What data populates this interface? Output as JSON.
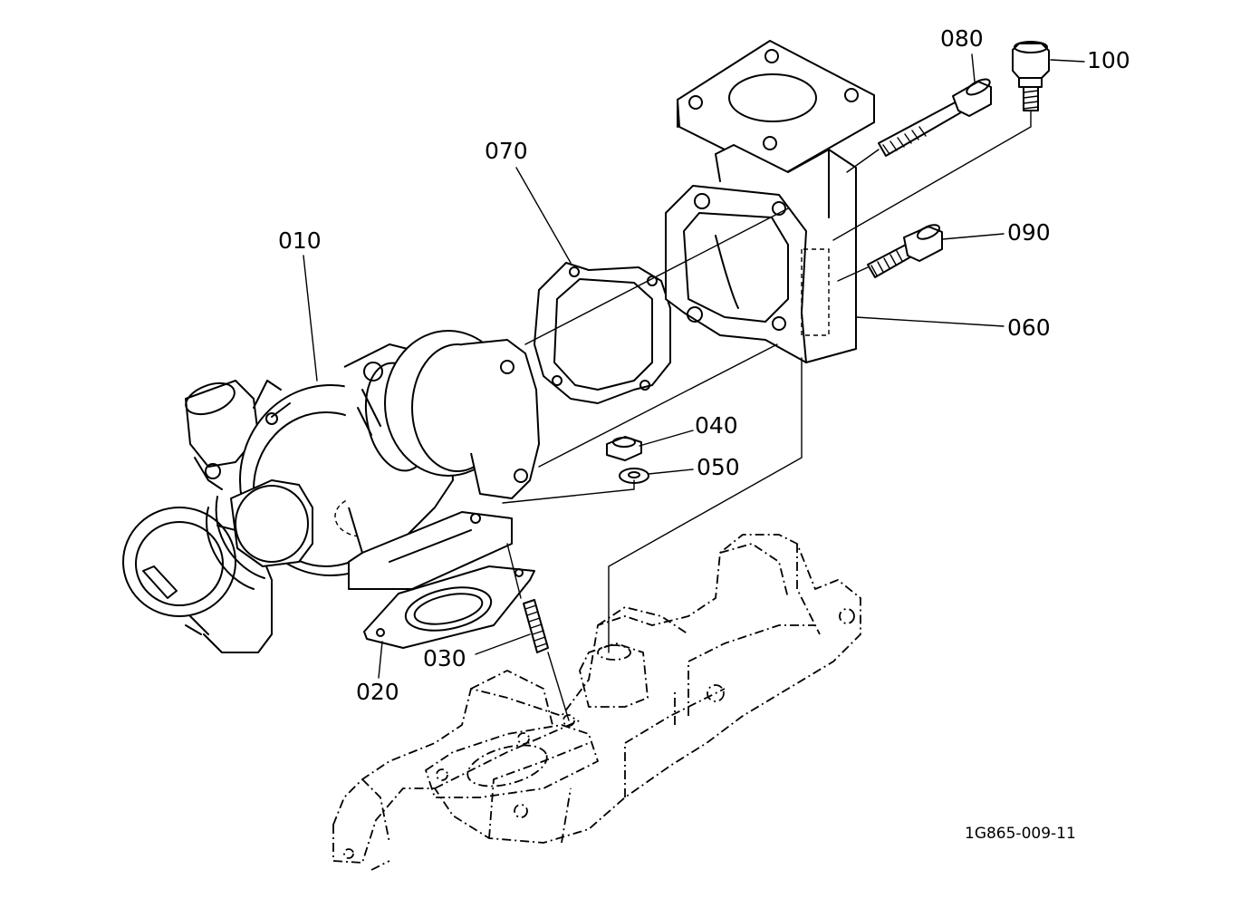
{
  "diagram": {
    "reference_code": "1G865-009-11",
    "callouts": [
      {
        "id": "c010",
        "label": "010"
      },
      {
        "id": "c020",
        "label": "020"
      },
      {
        "id": "c030",
        "label": "030"
      },
      {
        "id": "c040",
        "label": "040"
      },
      {
        "id": "c050",
        "label": "050"
      },
      {
        "id": "c060",
        "label": "060"
      },
      {
        "id": "c070",
        "label": "070"
      },
      {
        "id": "c080",
        "label": "080"
      },
      {
        "id": "c090",
        "label": "090"
      },
      {
        "id": "c100",
        "label": "100"
      }
    ]
  }
}
